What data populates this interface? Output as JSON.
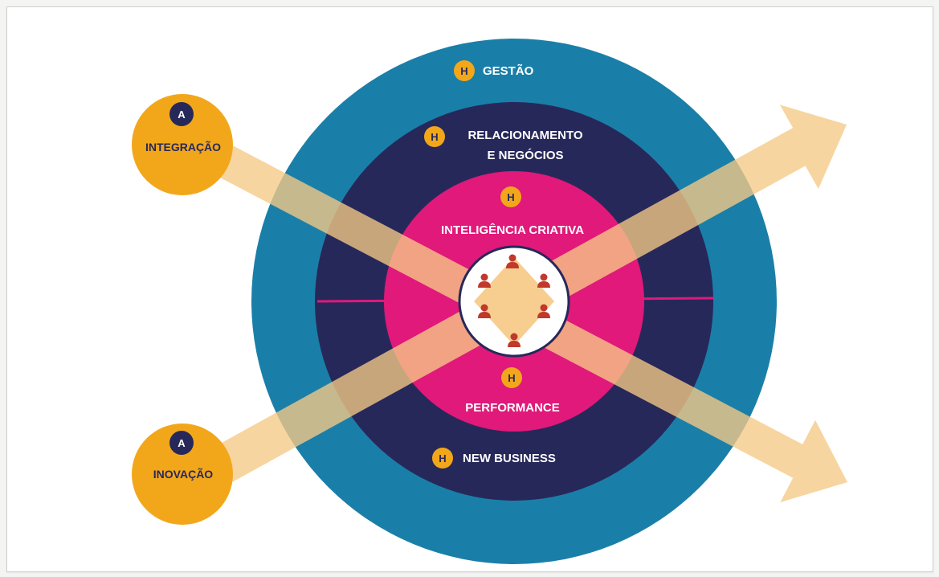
{
  "colors": {
    "outer_ring": "#1a7fa8",
    "middle_ring": "#27285a",
    "inner_ring": "#e0197a",
    "core": "#fbe6c8",
    "accent_orange": "#f2a71b",
    "arrow": "#f6ca86",
    "badge_a": "#27285a",
    "label_white": "#ffffff",
    "label_dark": "#27285a",
    "person_icon": "#c0392b"
  },
  "rings": {
    "gestao": {
      "badge": "H",
      "label": "GESTÃO"
    },
    "relacionamento": {
      "badge": "H",
      "label_line1": "RELACIONAMENTO",
      "label_line2": "E NEGÓCIOS"
    },
    "inteligencia": {
      "badge": "H",
      "label": "INTELIGÊNCIA CRIATIVA"
    },
    "performance": {
      "badge": "H",
      "label": "PERFORMANCE"
    },
    "new_business": {
      "badge": "H",
      "label": "NEW BUSINESS"
    }
  },
  "inputs": [
    {
      "badge": "A",
      "label": "INTEGRAÇÃO"
    },
    {
      "badge": "A",
      "label": "INOVAÇÃO"
    }
  ],
  "core": {
    "icon": "people-icon",
    "people_count": 6
  }
}
